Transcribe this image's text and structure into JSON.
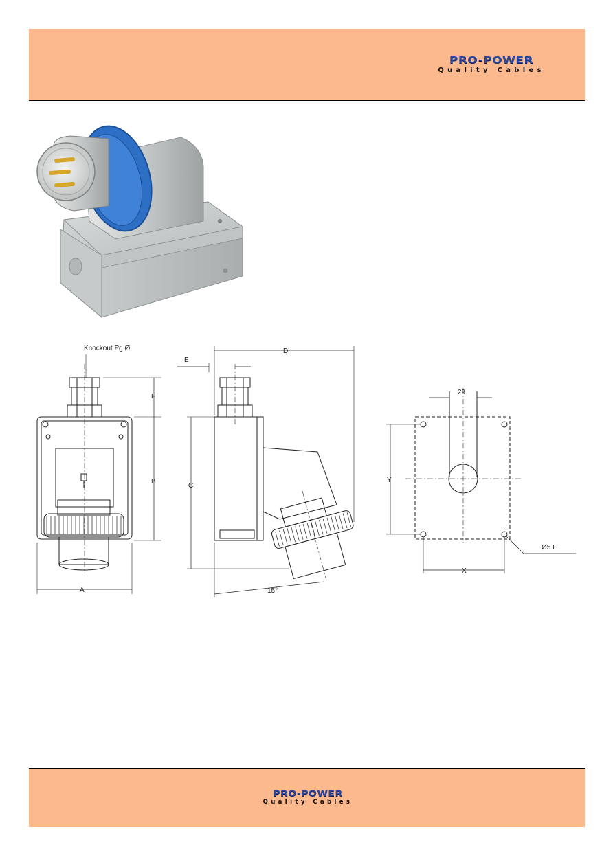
{
  "header": {
    "logo": {
      "brand": "PRO-POWER",
      "tagline": "Quality Cables"
    }
  },
  "footer": {
    "logo": {
      "brand": "PRO-POWER",
      "tagline": "Quality Cables"
    }
  },
  "drawing": {
    "front_view": {
      "knockout_label": "Knockout Pg Ø",
      "dim_a": "A",
      "dim_b": "B",
      "dim_f": "F"
    },
    "side_view": {
      "dim_c": "C",
      "dim_d": "D",
      "dim_e": "E",
      "angle": "15°"
    },
    "mounting_view": {
      "dim_29": "29",
      "dim_x": "X",
      "dim_y": "Y",
      "hole_label": "Ø5 E"
    }
  },
  "colors": {
    "band": "#fdb98e",
    "brand_blue": "#2a46a0",
    "plug_ring_blue": "#2e6fc6"
  }
}
